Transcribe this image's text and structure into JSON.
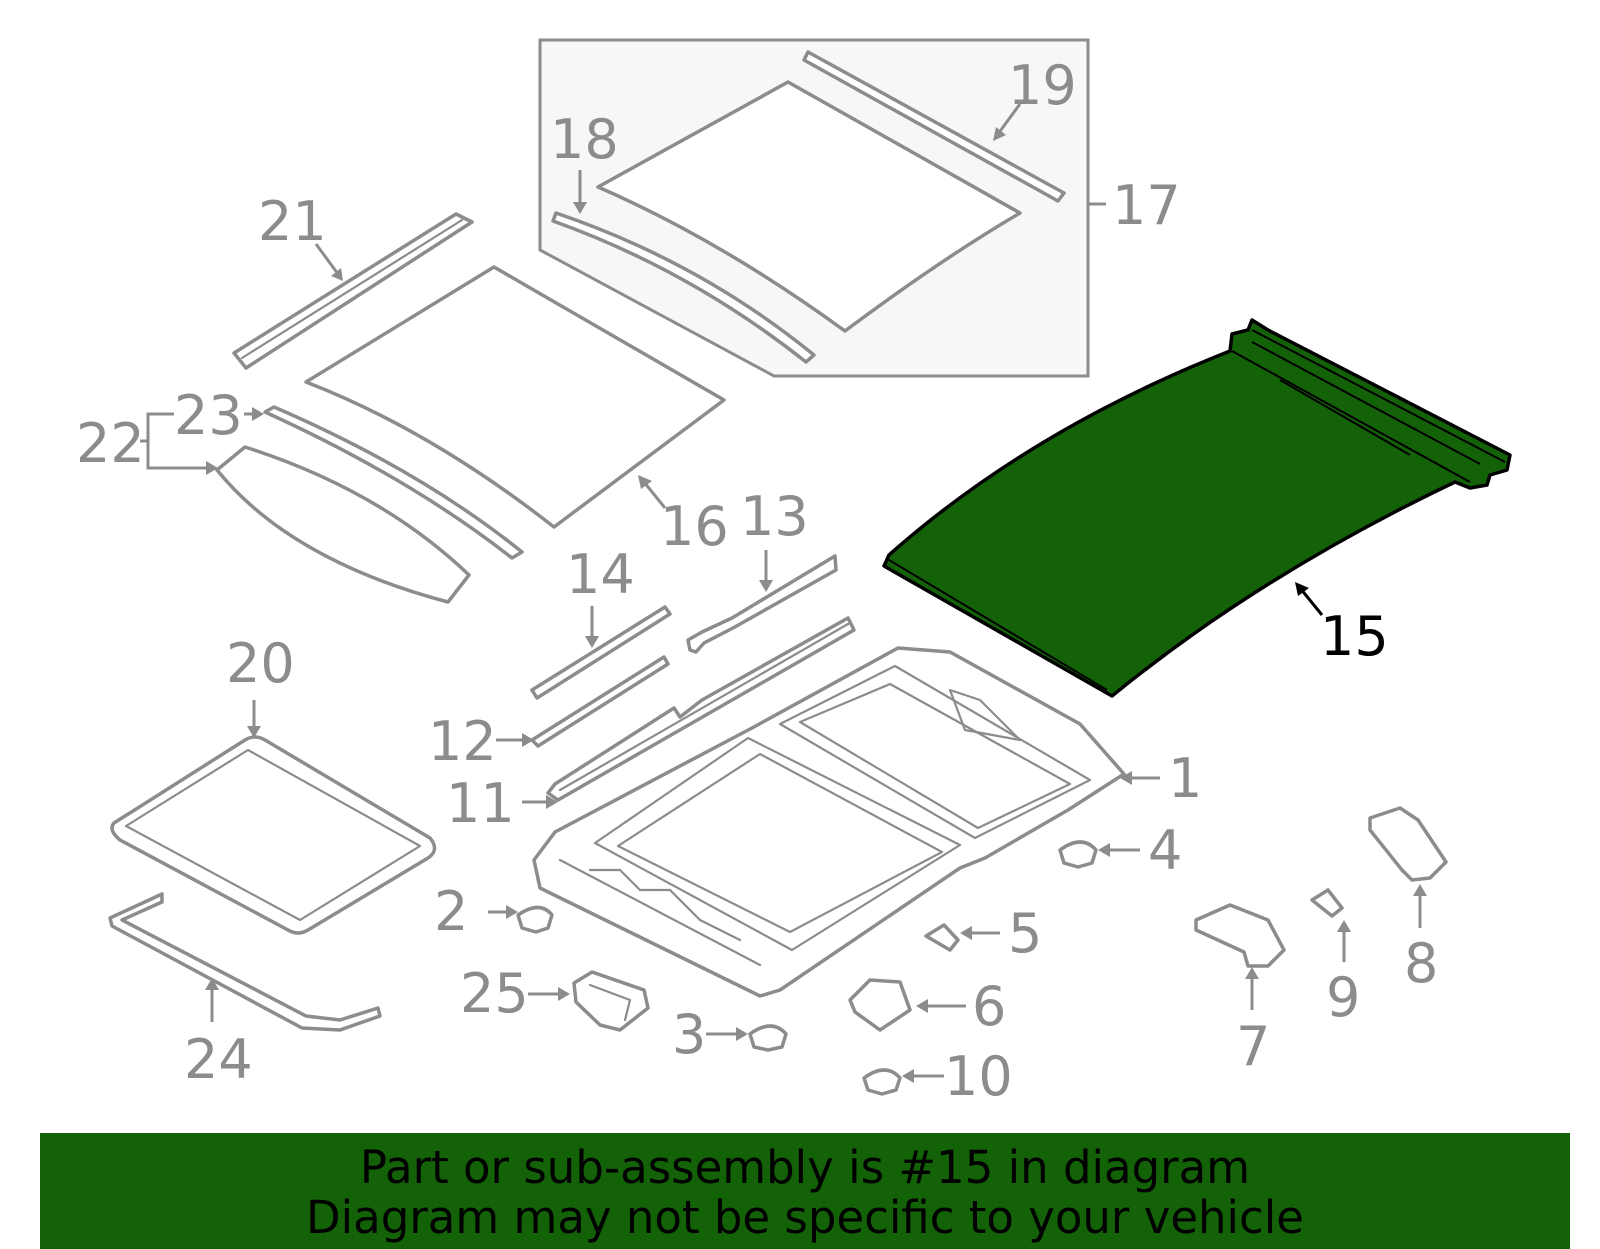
{
  "diagram": {
    "callouts": [
      "1",
      "2",
      "3",
      "4",
      "5",
      "6",
      "7",
      "8",
      "9",
      "10",
      "11",
      "12",
      "13",
      "14",
      "15",
      "16",
      "17",
      "18",
      "19",
      "20",
      "21",
      "22",
      "23",
      "24",
      "25"
    ],
    "highlighted_callout": "15",
    "highlight_color": "#136207",
    "part_line_color": "#8c8c8c",
    "group_box_fill": "#f7f7f7"
  },
  "banner": {
    "line1": "Part or sub-assembly is #15 in diagram",
    "line2": "Diagram may not be specific to your vehicle",
    "background": "#136207"
  }
}
